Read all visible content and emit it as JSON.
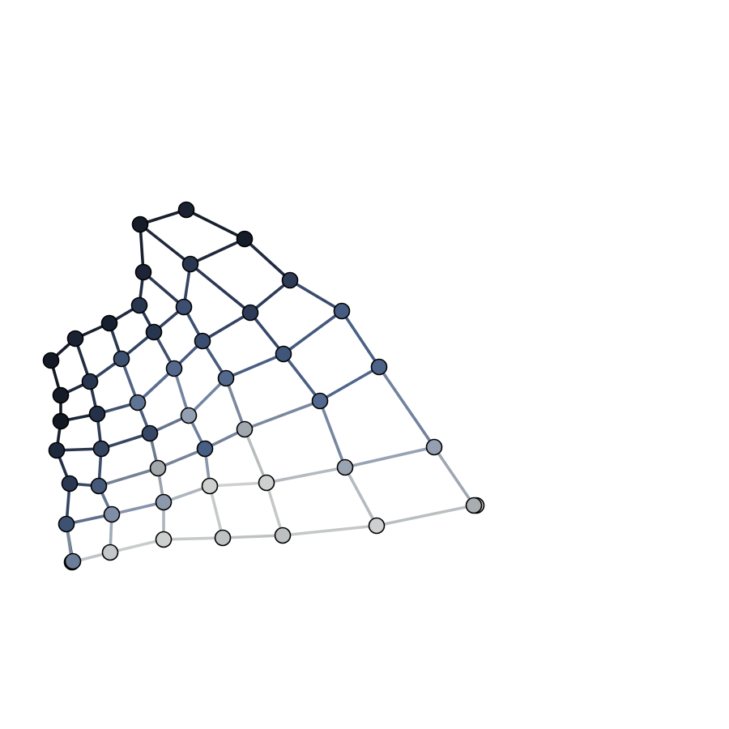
{
  "graph": {
    "nodes": [
      {
        "id": "r0c0",
        "color": "#161c28"
      },
      {
        "id": "r0c1",
        "color": "#1c2436"
      },
      {
        "id": "r0c2",
        "color": "#283650"
      },
      {
        "id": "r0c3",
        "color": "#3c5070"
      },
      {
        "id": "r0c4",
        "color": "#5f7494"
      },
      {
        "id": "r0c5",
        "color": "#a3a8ad"
      },
      {
        "id": "r0c6",
        "color": "#cdd0cf"
      },
      {
        "id": "r1c0",
        "color": "#1a2232"
      },
      {
        "id": "r1c1",
        "color": "#2a3650"
      },
      {
        "id": "r1c2",
        "color": "#3c4f72"
      },
      {
        "id": "r1c3",
        "color": "#55688c"
      },
      {
        "id": "r1c4",
        "color": "#93a0b3"
      },
      {
        "id": "r1c5",
        "color": "#cdd0cf"
      },
      {
        "id": "r2c0",
        "color": "#151b27"
      },
      {
        "id": "r2c1",
        "color": "#28354f"
      },
      {
        "id": "r2c2",
        "color": "#3b4e70"
      },
      {
        "id": "r2c3",
        "color": "#53688d"
      },
      {
        "id": "r2c4",
        "color": "#a1a7ae"
      },
      {
        "id": "r2c5",
        "color": "#cdd0cf"
      },
      {
        "id": "r3c0",
        "color": "#17202f"
      },
      {
        "id": "r3c1",
        "color": "#2d3b58"
      },
      {
        "id": "r3c2",
        "color": "#40557a"
      },
      {
        "id": "r3c3",
        "color": "#53698f"
      },
      {
        "id": "r3c4",
        "color": "#9aa4b1"
      },
      {
        "id": "r3c5",
        "color": "#cdd0cf"
      },
      {
        "id": "r4c0",
        "color": "#1a2233"
      },
      {
        "id": "r4c1",
        "color": "#2e3c58"
      },
      {
        "id": "r4c2",
        "color": "#465c82"
      },
      {
        "id": "r4c3",
        "color": "#4d6388"
      },
      {
        "id": "r4c4",
        "color": "#94a0b2"
      },
      {
        "id": "r4c5",
        "color": "#cdd0cf"
      },
      {
        "id": "r5c0",
        "color": "#131a26"
      },
      {
        "id": "r5c1",
        "color": "#29364f"
      },
      {
        "id": "r5c2",
        "color": "#374866"
      },
      {
        "id": "r5c3",
        "color": "#485e84"
      },
      {
        "id": "r5c4",
        "color": "#8c99ad"
      },
      {
        "id": "r5c5",
        "color": "#c3c7ca"
      },
      {
        "id": "r6c0",
        "color": "#151c28"
      },
      {
        "id": "r6c1",
        "color": "#253149"
      },
      {
        "id": "r6c2",
        "color": "#34445f"
      },
      {
        "id": "r6c3",
        "color": "#46597b"
      },
      {
        "id": "r6c4",
        "color": "#7f8ea6"
      },
      {
        "id": "r6c5",
        "color": "#bdc1c4"
      },
      {
        "id": "r7c0",
        "color": "#121923"
      },
      {
        "id": "r7c1",
        "color": "#1f293d"
      },
      {
        "id": "r7c2",
        "color": "#2a3852"
      },
      {
        "id": "r7c3",
        "color": "#3d5272"
      },
      {
        "id": "r7c4",
        "color": "#6c7d99"
      },
      {
        "id": "r7c5",
        "color": "#a8adb2"
      }
    ],
    "edge_color": "#4a6080"
  }
}
